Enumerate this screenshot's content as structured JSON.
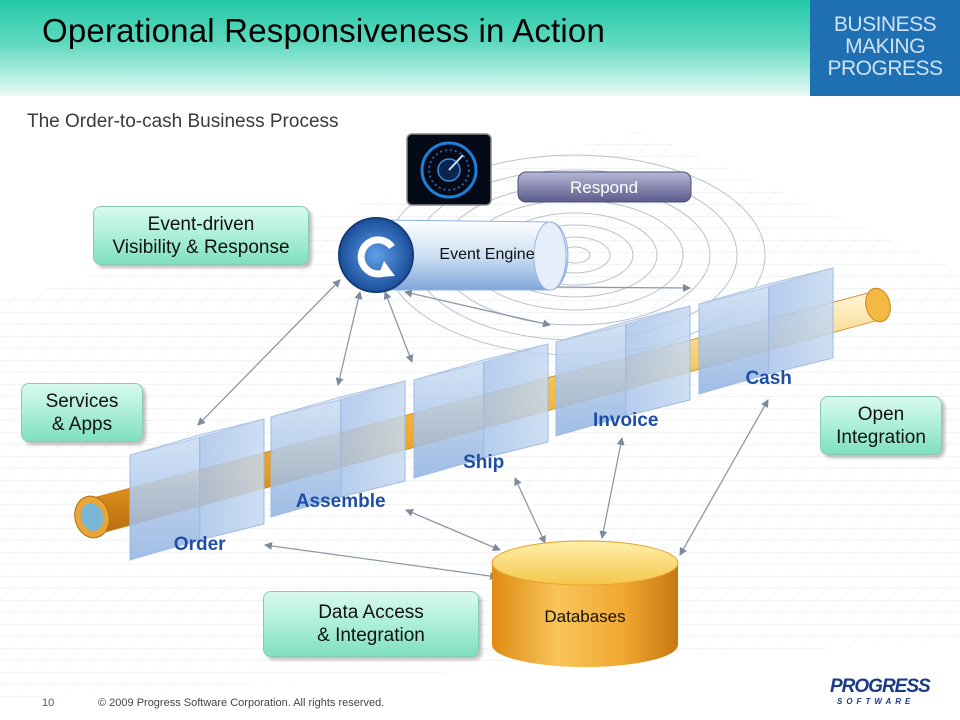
{
  "header": {
    "title": "Operational Responsiveness in Action",
    "brand_lines": [
      "BUSINESS",
      "MAKING",
      "PROGRESS"
    ]
  },
  "subtitle": "The Order-to-cash Business Process",
  "labels": {
    "event_driven": "Event-driven\nVisibility & Response",
    "services_apps": "Services\n& Apps",
    "open_integration": "Open\nIntegration",
    "data_access": "Data Access\n& Integration",
    "respond": "Respond",
    "event_engine": "Event Engine",
    "databases": "Databases"
  },
  "stages": [
    "Order",
    "Assemble",
    "Ship",
    "Invoice",
    "Cash"
  ],
  "footer": {
    "page_number": "10",
    "copyright": "© 2009 Progress Software Corporation.  All rights reserved.",
    "logo_main": "PROGRESS",
    "logo_sub": "SOFTWARE"
  },
  "colors": {
    "stage_text": "#1e4fa6",
    "pipe": "#f0a830",
    "green_box": "#a8eed4",
    "respond_pill": "#6f6f9e",
    "database": "#f2a830"
  },
  "icons": [
    "speedometer-icon",
    "refresh-cycle-icon"
  ]
}
